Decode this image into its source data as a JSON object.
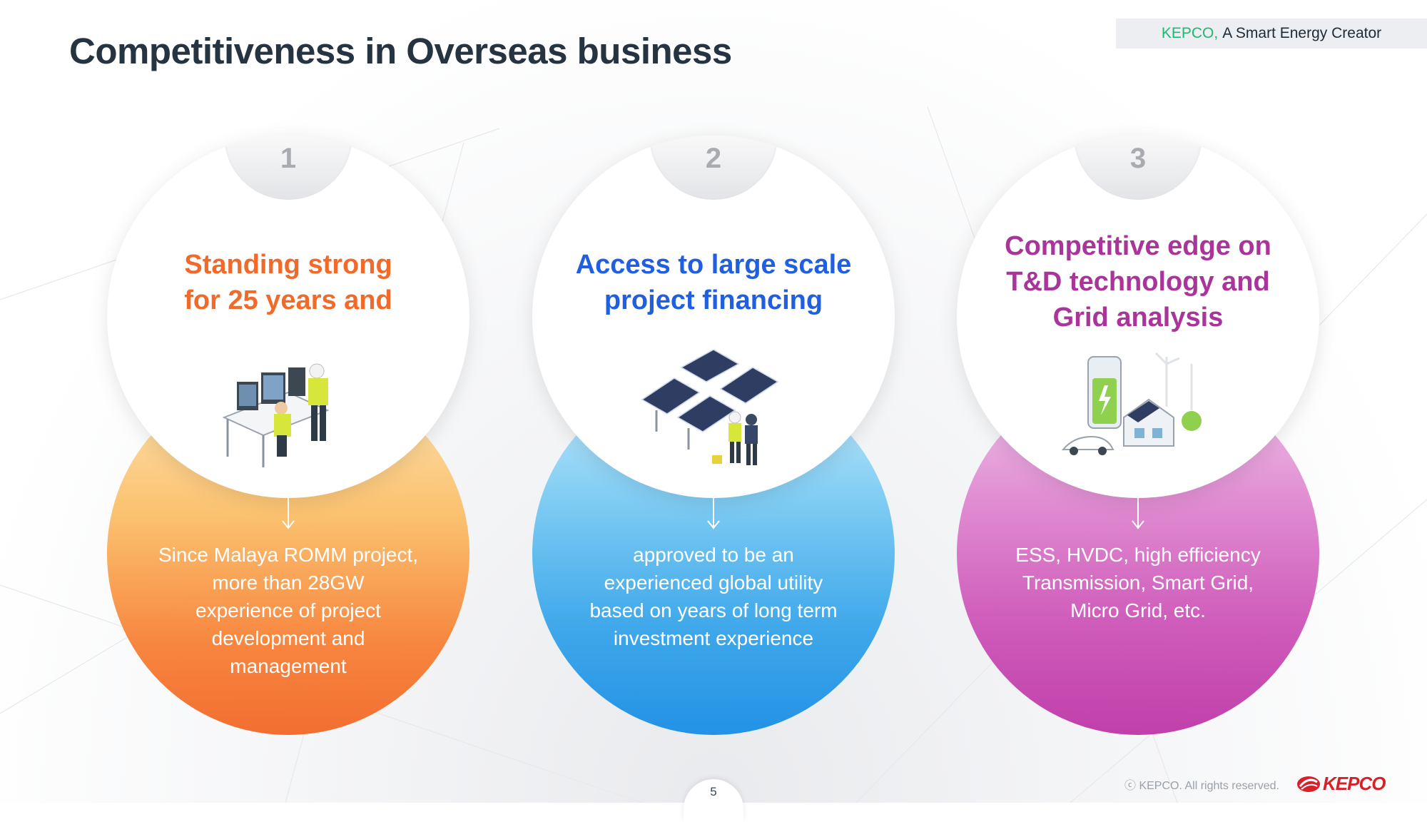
{
  "header": {
    "title": "Competitiveness in Overseas business",
    "brand_accent": "KEPCO,",
    "brand_tagline": "A Smart Energy Creator"
  },
  "cards": [
    {
      "number": "1",
      "heading_lines": [
        "Standing strong",
        "for 25 years and"
      ],
      "body_lines": [
        "Since Malaya ROMM project,",
        "more than 28GW",
        "experience of project",
        "development and",
        "management"
      ],
      "illustration": "engineers-at-control-desk-illustration",
      "color": "#f26a2a"
    },
    {
      "number": "2",
      "heading_lines": [
        "Access to large scale",
        "project financing"
      ],
      "body_lines": [
        "approved to be an",
        "experienced global utility",
        "based on years of long term",
        "investment experience"
      ],
      "illustration": "solar-panel-engineers-illustration",
      "color": "#1f5fe0"
    },
    {
      "number": "3",
      "heading_lines": [
        "Competitive edge on",
        "T&D technology and",
        "Grid analysis"
      ],
      "body_lines": [
        "ESS, HVDC, high efficiency",
        "Transmission, Smart Grid,",
        "Micro Grid, etc."
      ],
      "illustration": "smart-grid-battery-house-illustration",
      "color": "#a9359a"
    }
  ],
  "footer": {
    "copyright": "ⓒ KEPCO. All rights reserved.",
    "logo_text": "KEPCO",
    "page_number": "5"
  },
  "colors": {
    "brand_red": "#d6202a",
    "brand_green": "#22b573",
    "title_dark": "#263341"
  }
}
